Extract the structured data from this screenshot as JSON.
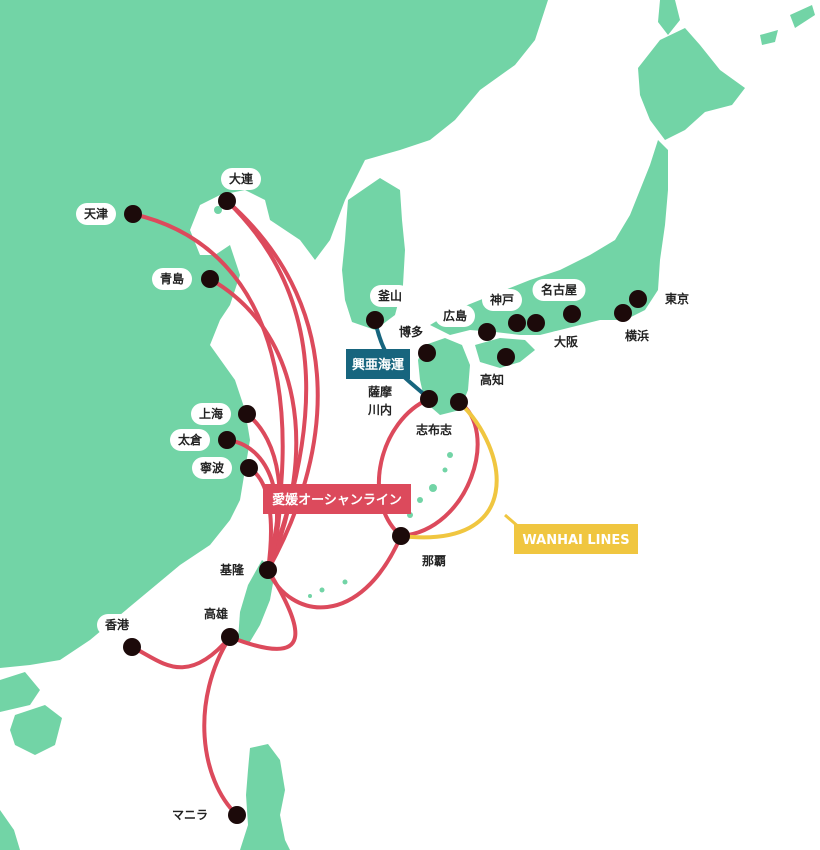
{
  "colors": {
    "land": "#72d4a6",
    "sea": "#ffffff",
    "ehime_line": "#dc4a5c",
    "koa_line": "#17657e",
    "wanhai_line": "#f0c640",
    "port": "#1c0a0a"
  },
  "lines": {
    "ehime": {
      "name": "愛媛オーシャンライン"
    },
    "koa": {
      "name": "興亜海運"
    },
    "wanhai": {
      "name": "WANHAI LINES"
    }
  },
  "ports": {
    "tianjin": "天津",
    "dalian": "大連",
    "qingdao": "青島",
    "shanghai": "上海",
    "taicang": "太倉",
    "ningbo": "寧波",
    "keelung": "基隆",
    "kaohsiung": "高雄",
    "hongkong": "香港",
    "manila": "マニラ",
    "busan": "釜山",
    "hakata": "博多",
    "satsumasendai_1": "薩摩",
    "satsumasendai_2": "川内",
    "shibushi": "志布志",
    "naha": "那覇",
    "hiroshima": "広島",
    "kobe": "神戸",
    "nagoya": "名古屋",
    "osaka": "大阪",
    "kochi": "高知",
    "tokyo": "東京",
    "yokohama": "横浜"
  }
}
